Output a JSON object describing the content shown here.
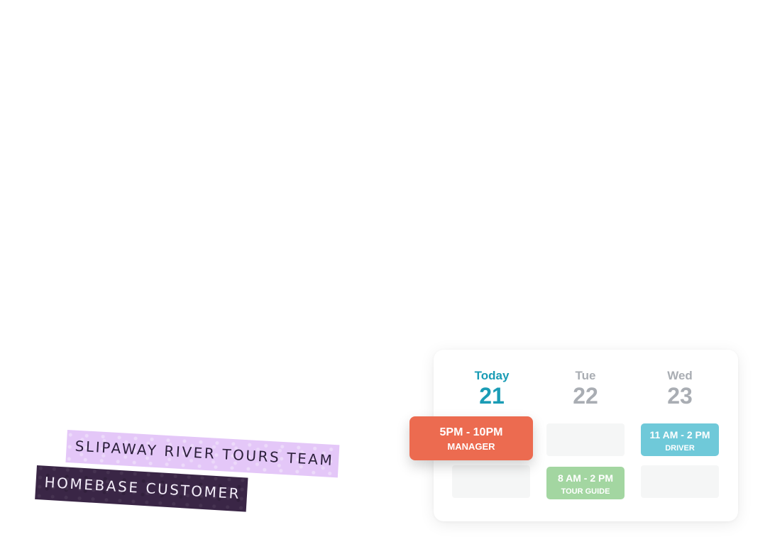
{
  "labels": {
    "team": "Slipaway River Tours Team",
    "customer": "Homebase Customer"
  },
  "schedule": {
    "days": [
      {
        "name": "Today",
        "number": "21"
      },
      {
        "name": "Tue",
        "number": "22"
      },
      {
        "name": "Wed",
        "number": "23"
      }
    ],
    "shifts": {
      "manager": {
        "time": "5PM - 10PM",
        "role": "Manager"
      },
      "driver": {
        "time": "11 AM - 2 PM",
        "role": "Driver"
      },
      "tour_guide": {
        "time": "8 AM - 2 PM",
        "role": "Tour Guide"
      }
    },
    "colors": {
      "today": "#1a9cb5",
      "inactive_day": "#a9adb3",
      "manager": "#ec6b50",
      "driver": "#6fc9d9",
      "tour_guide": "#a3d6a1",
      "empty_slot": "#f5f6f6"
    }
  }
}
